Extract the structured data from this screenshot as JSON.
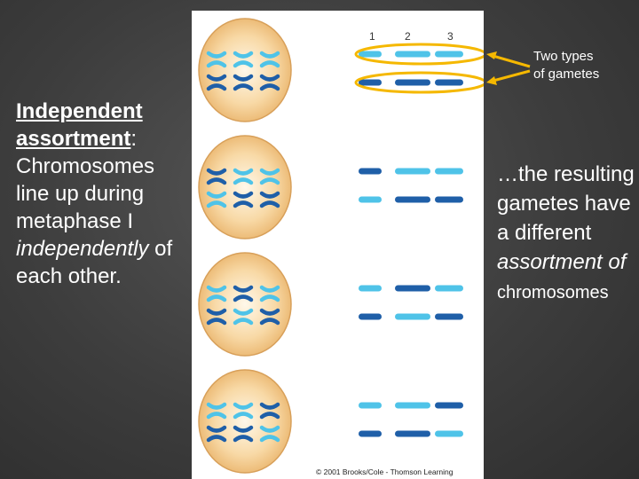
{
  "left_text": {
    "heading": "Independent assortment",
    "colon": ":",
    "line1": "Chromosomes line up during metaphase I ",
    "emphasis": "independently",
    "line2": " of each other."
  },
  "figure": {
    "labels": [
      "1",
      "2",
      "3"
    ],
    "credit": "© 2001 Brooks/Cole - Thomson Learning"
  },
  "gamete_label": {
    "line1": "Two types",
    "line2": "of gametes"
  },
  "right_text": {
    "line1": "…the resulting gametes have a different ",
    "emphasis": "assortment of",
    "small": "chromosomes"
  },
  "colors": {
    "highlight": "#f5b800",
    "light_chromosome": "#4fc3e8",
    "dark_chromosome": "#1f5fa8",
    "cell_fill": "#f6c98a"
  }
}
